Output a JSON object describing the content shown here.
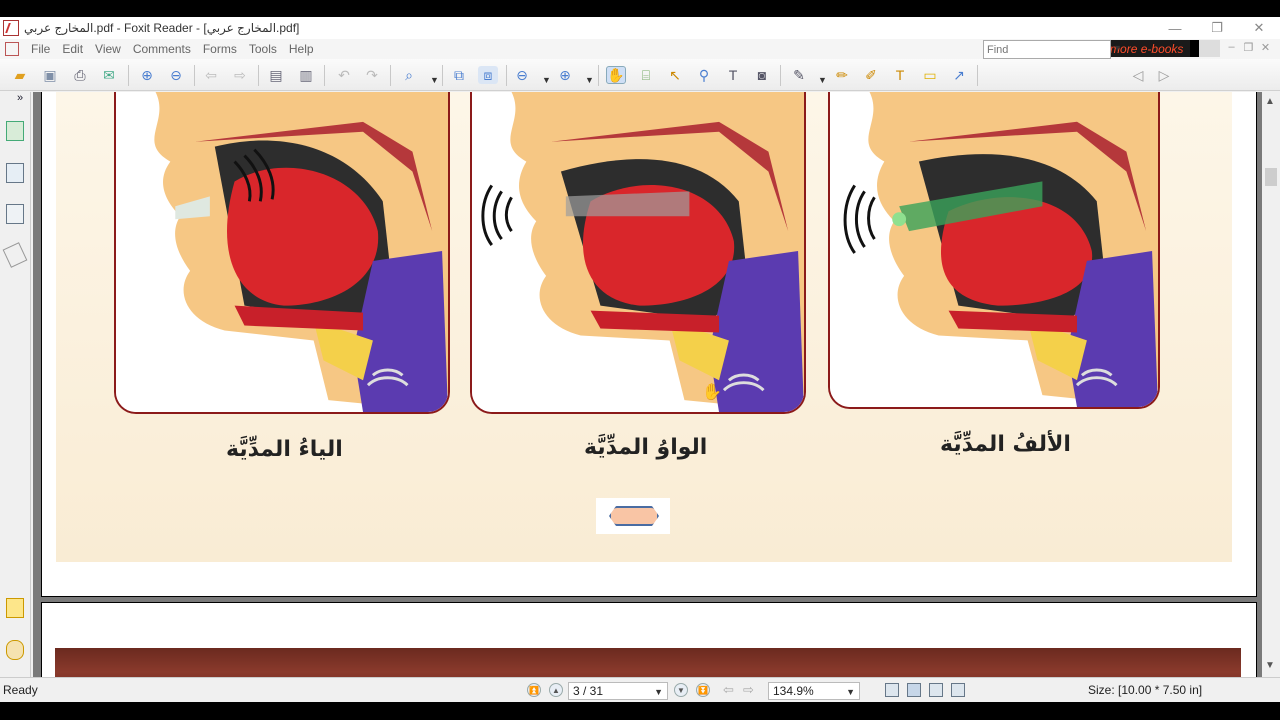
{
  "window": {
    "title": "المخارج عربي.pdf - Foxit Reader - [المخارج عربي.pdf]",
    "minimize": "—",
    "restore": "❐",
    "close": "✕"
  },
  "menu": [
    "File",
    "Edit",
    "View",
    "Comments",
    "Forms",
    "Tools",
    "Help"
  ],
  "ad_banner": "Save money to buy more e-books",
  "toolbar": {
    "find_placeholder": "Find",
    "icons": [
      "open-icon",
      "save-icon",
      "print-icon",
      "email-icon",
      "prev-page-icon",
      "next-page-icon",
      "back-icon",
      "forward-icon",
      "extract-icon",
      "insert-icon",
      "undo-icon",
      "redo-icon",
      "zoom-in-icon",
      "fit-page-icon",
      "fit-width-icon",
      "zoom-out-icon",
      "zoom-plus-icon",
      "hand-icon",
      "select-text-icon",
      "select-icon",
      "find-icon",
      "typewriter-icon",
      "snapshot-icon",
      "comment-icon",
      "pencil-icon",
      "note-icon",
      "textbox-icon",
      "callout-icon",
      "arrow-icon"
    ]
  },
  "document": {
    "captions": {
      "left": "الياءُ المدِّيَّة",
      "middle": "الواوُ المدِّيَّة",
      "right": "الألفُ المدِّيَّة"
    }
  },
  "status": {
    "ready": "Ready",
    "page": "3 / 31",
    "zoom": "134.9%",
    "size": "Size: [10.00 * 7.50 in]"
  },
  "colors": {
    "panel_border": "#8b1a1a",
    "tongue": "#d9262b",
    "skin": "#f6c784",
    "throat": "#5b3bb0",
    "page_bg": "#fbf0dc",
    "ad_text": "#ff4c2a"
  }
}
